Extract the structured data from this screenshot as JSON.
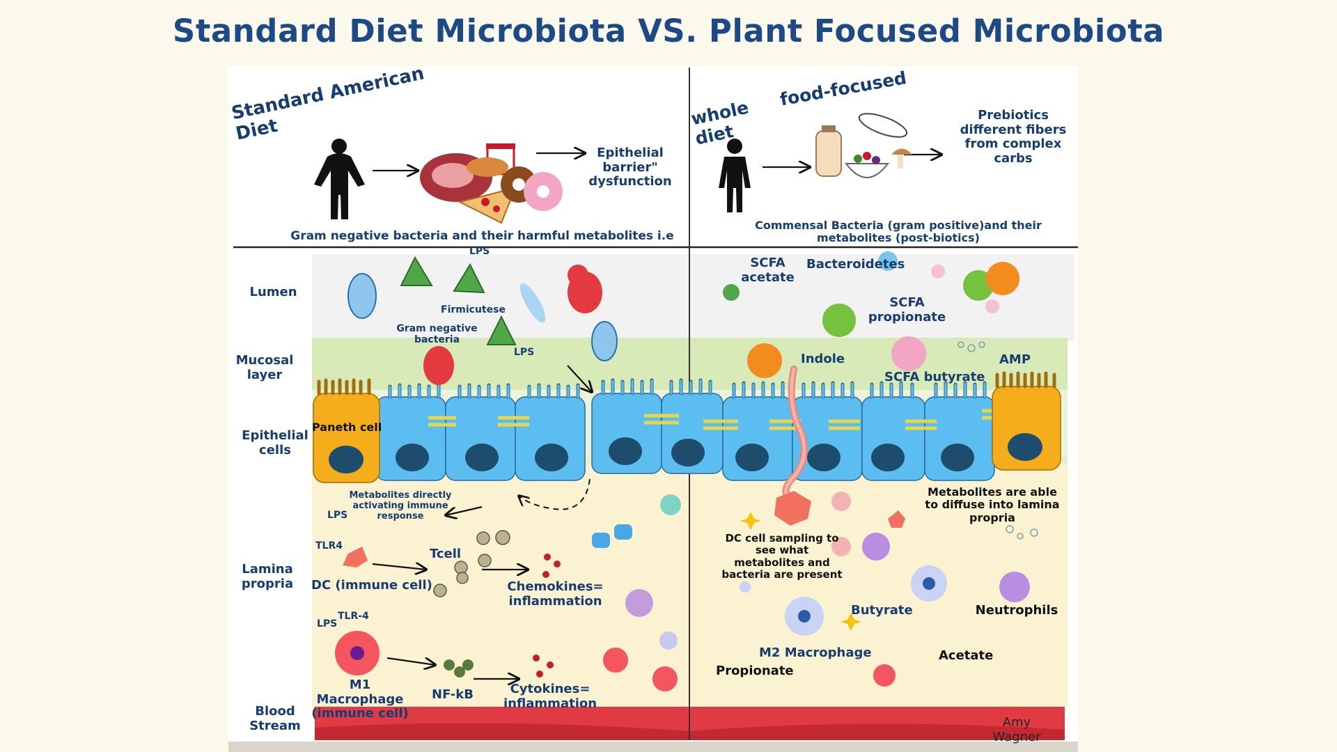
{
  "title": "Standard Diet Microbiota VS. Plant Focused Microbiota",
  "left_header": {
    "diet_label": "Standard American Diet",
    "outcome": "Epithelial barrier\" dysfunction",
    "bacteria_caption": "Gram negative bacteria and their harmful metabolites i.e",
    "lps": "LPS"
  },
  "right_header": {
    "diet_label_1": "whole diet",
    "diet_label_2": "food-focused",
    "outcome": "Prebiotics different fibers from complex carbs",
    "bacteria_caption": "Commensal Bacteria (gram positive)and their metabolites (post-biotics)"
  },
  "layers": {
    "lumen": "Lumen",
    "mucosal": "Mucosal layer",
    "epithelial": "Epithelial cells",
    "lamina": "Lamina propria",
    "blood": "Blood Stream"
  },
  "left_labels": {
    "firmicutes": "Firmicutese",
    "gram_negative": "Gram negative bacteria",
    "lps_mucosa": "LPS",
    "paneth": "Paneth cell",
    "metabolites_activating": "Metabolites directly activating immune response",
    "lps_lp": "LPS",
    "tlr4": "TLR4",
    "tcell": "Tcell",
    "dc": "DC (immune cell)",
    "chemokines": "Chemokines= inflammation",
    "lps_mac": "LPS",
    "tlr_4": "TLR-4",
    "m1": "M1 Macrophage (immune cell)",
    "nfkb": "NF-kB",
    "cytokines": "Cytokines= inflammation"
  },
  "right_labels": {
    "scfa_acetate": "SCFA acetate",
    "bacteroidetes": "Bacteroidetes",
    "scfa_propionate": "SCFA propionate",
    "indole": "Indole",
    "scfa_butyrate": "SCFA butyrate",
    "amp": "AMP",
    "metabolites_diffuse": "Metabolites are able to diffuse into lamina propria",
    "dc_sampling": "DC cell sampling to see what metabolites and bacteria are present",
    "butyrate": "Butyrate",
    "neutrophils": "Neutrophils",
    "m2": "M2 Macrophage",
    "propionate": "Propionate",
    "acetate": "Acetate",
    "author": "Amy Wagner"
  },
  "colors": {
    "title": "#1d4a86",
    "label": "#153d72",
    "lumen_bg": "#f2f2f2",
    "mucosa_bg": "#d8eab8",
    "lamina_bg": "#fbf2d2",
    "epithelial": "#5cbdf0",
    "paneth": "#f6ad1c",
    "blood": "#e03a45"
  }
}
